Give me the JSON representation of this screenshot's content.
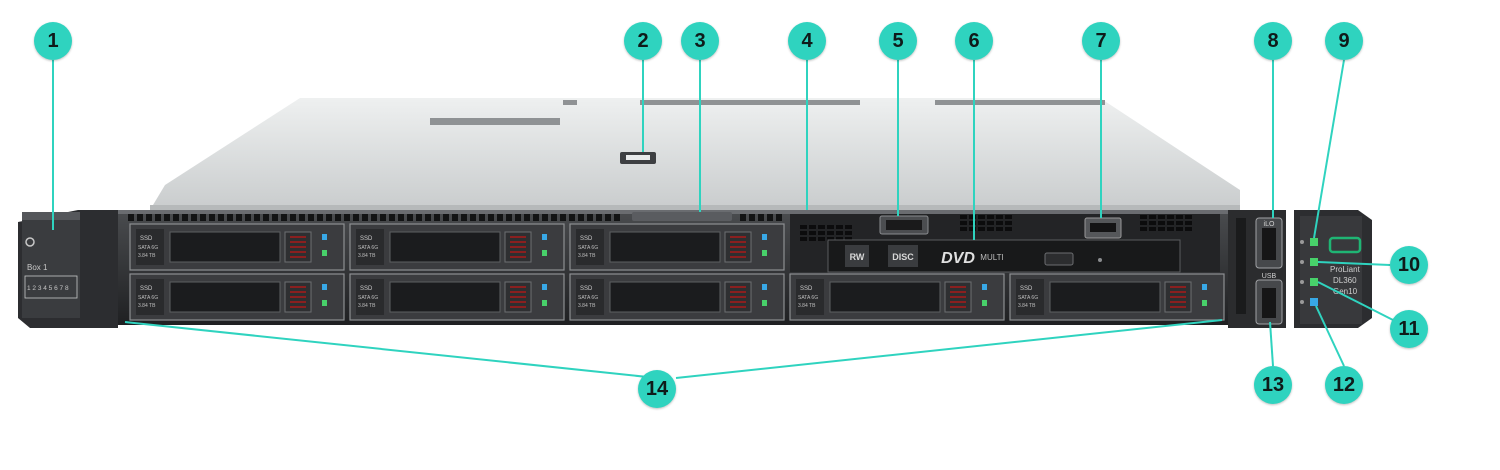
{
  "colors": {
    "callout": "#2fd3bf",
    "leader": "#2fd3bf",
    "chassis_top": "#d9dbdc",
    "chassis_front": "#2a2b2d",
    "bay": "#3b3c3f",
    "led_green": "#48d16a",
    "led_blue": "#38a8e6",
    "hpe_green": "#1fb574"
  },
  "callouts": [
    "1",
    "2",
    "3",
    "4",
    "5",
    "6",
    "7",
    "8",
    "9",
    "10",
    "11",
    "12",
    "13",
    "14"
  ],
  "drive_bay_label": {
    "type": "SSD",
    "spec": "SATA 6G",
    "capacity": "3.84 TB"
  },
  "left_ear": {
    "box_label": "Box 1",
    "bays": "1 2 3 4 5 6 7 8"
  },
  "optical": {
    "rw": "RW",
    "disc": "DISC",
    "dvd": "DVD",
    "dvd_sub": "MULTI"
  },
  "right_ear": {
    "model_line1": "ProLiant",
    "model_line2": "DL360",
    "model_line3": "Gen10"
  },
  "port_labels": {
    "ilo": "iLO",
    "usb": "USB"
  }
}
